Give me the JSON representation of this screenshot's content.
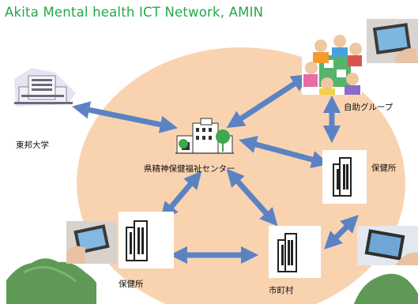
{
  "title": "Akita Mental health ICT Network, AMIN",
  "nodes": {
    "center": "県精神保健福祉センター",
    "university": "東邦大学",
    "selfhelp": "自助グループ",
    "health_right": "保健所",
    "health_left": "保健所",
    "municipality": "市町村"
  },
  "colors": {
    "title": "#22a84b",
    "circle": "#f9d3b0",
    "arrow": "#5b83c4",
    "arrow_outline": "#3d67aa",
    "mountain": "#5e9a56"
  },
  "icons": {
    "university": "university-building-icon",
    "center": "center-building-icon",
    "selfhelp": "group-meeting-icon",
    "health_right": "office-building-icon",
    "health_left": "office-building-icon",
    "municipality": "office-building-icon",
    "tablet_top": "tablet-hand-icon",
    "tablet_left": "tablet-hand-icon",
    "tablet_right": "tablet-hand-icon",
    "mountain_left": "mountain-icon",
    "mountain_right": "mountain-icon"
  }
}
